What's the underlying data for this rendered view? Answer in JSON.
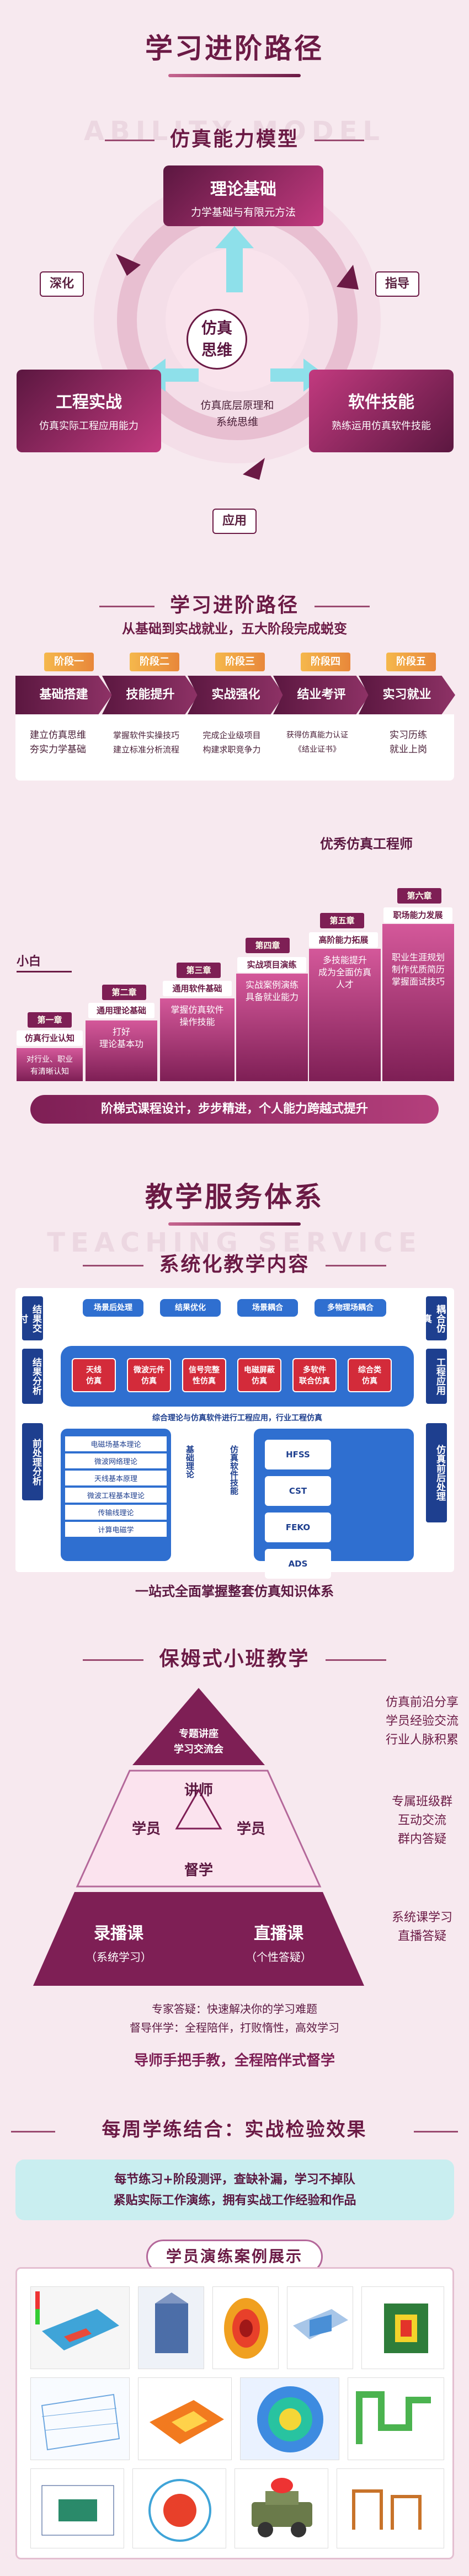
{
  "main_title": "学习进阶路径",
  "model": {
    "heading": "仿真能力模型",
    "ghost": "ABILITY MODEL",
    "top": {
      "title": "理论基础",
      "desc": "力学基础与有限元方法"
    },
    "left": {
      "title": "工程实战",
      "desc": "仿真实际工程应用能力"
    },
    "right": {
      "title": "软件技能",
      "desc": "熟练运用仿真软件技能"
    },
    "center": {
      "line1": "仿真",
      "line2": "思维"
    },
    "center_desc": "仿真底层原理和系统思维",
    "arrow_labels": {
      "deepen": "深化",
      "guide": "指导",
      "apply": "应用"
    }
  },
  "path": {
    "heading": "学习进阶路径",
    "subtitle": "从基础到实战就业，五大阶段完成蜕变",
    "stages": [
      {
        "tag": "阶段一",
        "name": "基础搭建",
        "desc": "建立仿真思维\n夯实力学基础"
      },
      {
        "tag": "阶段二",
        "name": "技能提升",
        "desc": "掌握软件实操技巧\n建立标准分析流程"
      },
      {
        "tag": "阶段三",
        "name": "实战强化",
        "desc": "完成企业级项目\n构建求职竞争力"
      },
      {
        "tag": "阶段四",
        "name": "结业考评",
        "desc": "获得仿真能力认证\n《结业证书》"
      },
      {
        "tag": "阶段五",
        "name": "实习就业",
        "desc": "实习历练\n就业上岗"
      }
    ],
    "stairs": {
      "goal": "优秀仿真工程师",
      "start": "小白",
      "steps": [
        {
          "tag": "第一章",
          "tag2": "仿真行业认知",
          "desc": "对行业、职业\n有清晰认知"
        },
        {
          "tag": "第二章",
          "tag2": "通用理论基础",
          "desc": "打好\n理论基本功"
        },
        {
          "tag": "第三章",
          "tag2": "通用软件基础",
          "desc": "掌握仿真软件\n操作技能"
        },
        {
          "tag": "第四章",
          "tag2": "实战项目演练",
          "desc": "实战案例演练\n具备就业能力"
        },
        {
          "tag": "第五章",
          "tag2": "高阶能力拓展",
          "desc": "多技能提升\n成为全面仿真\n人才"
        },
        {
          "tag": "第六章",
          "tag2": "职场能力发展",
          "desc": "职业生涯规划\n制作优质简历\n掌握面试技巧"
        }
      ]
    },
    "bar": "阶梯式课程设计，步步精进，个人能力跨越式提升"
  },
  "service": {
    "heading": "教学服务体系",
    "ghost": "TEACHING SERVICE",
    "systematic": "系统化教学内容",
    "diagram": {
      "left_tabs": [
        "结果交付",
        "结果分析",
        "前处理分析"
      ],
      "right_tabs": [
        "耦合仿真",
        "工程应用",
        "仿真前后处理"
      ],
      "top_boxes": [
        "场景后处理",
        "结果优化",
        "场景耦合",
        "多物理场耦合"
      ],
      "red_boxes": [
        "天线\n仿真",
        "微波元件\n仿真",
        "信号完整\n性仿真",
        "电磁屏蔽\n仿真",
        "多软件\n联合仿真",
        "综合类\n仿真"
      ],
      "center_line": "综合理论与仿真软件进行工程应用，行业工程仿真",
      "left_list": [
        "电磁场基本理论",
        "微波网络理论",
        "天线基本原理",
        "微波工程基本理论",
        "传输线理论",
        "计算电磁学"
      ],
      "mid_labels": [
        "基础理论",
        "仿真软件技能"
      ],
      "right_list": [
        "HFSS",
        "CST",
        "FEKO",
        "ADS"
      ],
      "footer": "一站式全面掌握整套仿真知识体系"
    },
    "nanny": {
      "heading": "保姆式小班教学",
      "pyramid": {
        "top": "专题讲座\n学习交流会",
        "mid_top": "讲师",
        "mid_left": "学员",
        "mid_right": "学员",
        "mid_bottom": "督学",
        "bottom_left": "录播课",
        "bottom_left_sub": "（系统学习）",
        "bottom_right": "直播课",
        "bottom_right_sub": "（个性答疑）"
      },
      "right_notes": [
        [
          "仿真前沿分享",
          "学员经验交流",
          "行业人脉积累"
        ],
        [
          "专属班级群",
          "互动交流",
          "群内答疑"
        ],
        [
          "系统课学习",
          "直播答疑"
        ]
      ],
      "notes": [
        "专家答疑：快速解决你的学习难题",
        "督导伴学：全程陪伴，打败惰性，高效学习"
      ],
      "summary": "导师手把手教，全程陪伴式督学"
    },
    "weekly": {
      "heading": "每周学练结合：实战检验效果",
      "desc": "每节练习+阶段测评，查缺补漏，学习不掉队\n紧贴实际工作演练，拥有实战工作经验和作品",
      "cases_title": "学员演练案例展示"
    }
  }
}
